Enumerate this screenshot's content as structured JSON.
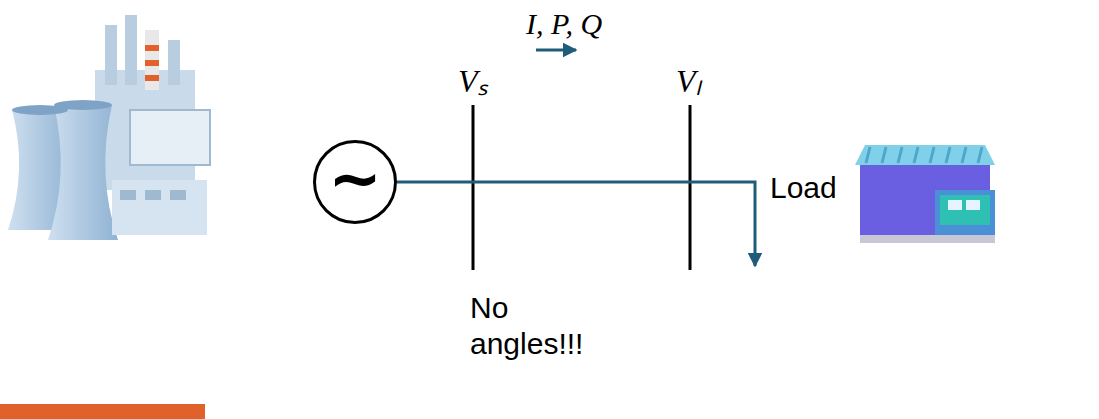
{
  "diagram": {
    "nodes": [
      {
        "text": [
          "~"
        ]
      }
    ],
    "labels": [
      "I, P, Q",
      "Vₛ",
      "Vₗ",
      "Load",
      "No angles!!!"
    ]
  }
}
